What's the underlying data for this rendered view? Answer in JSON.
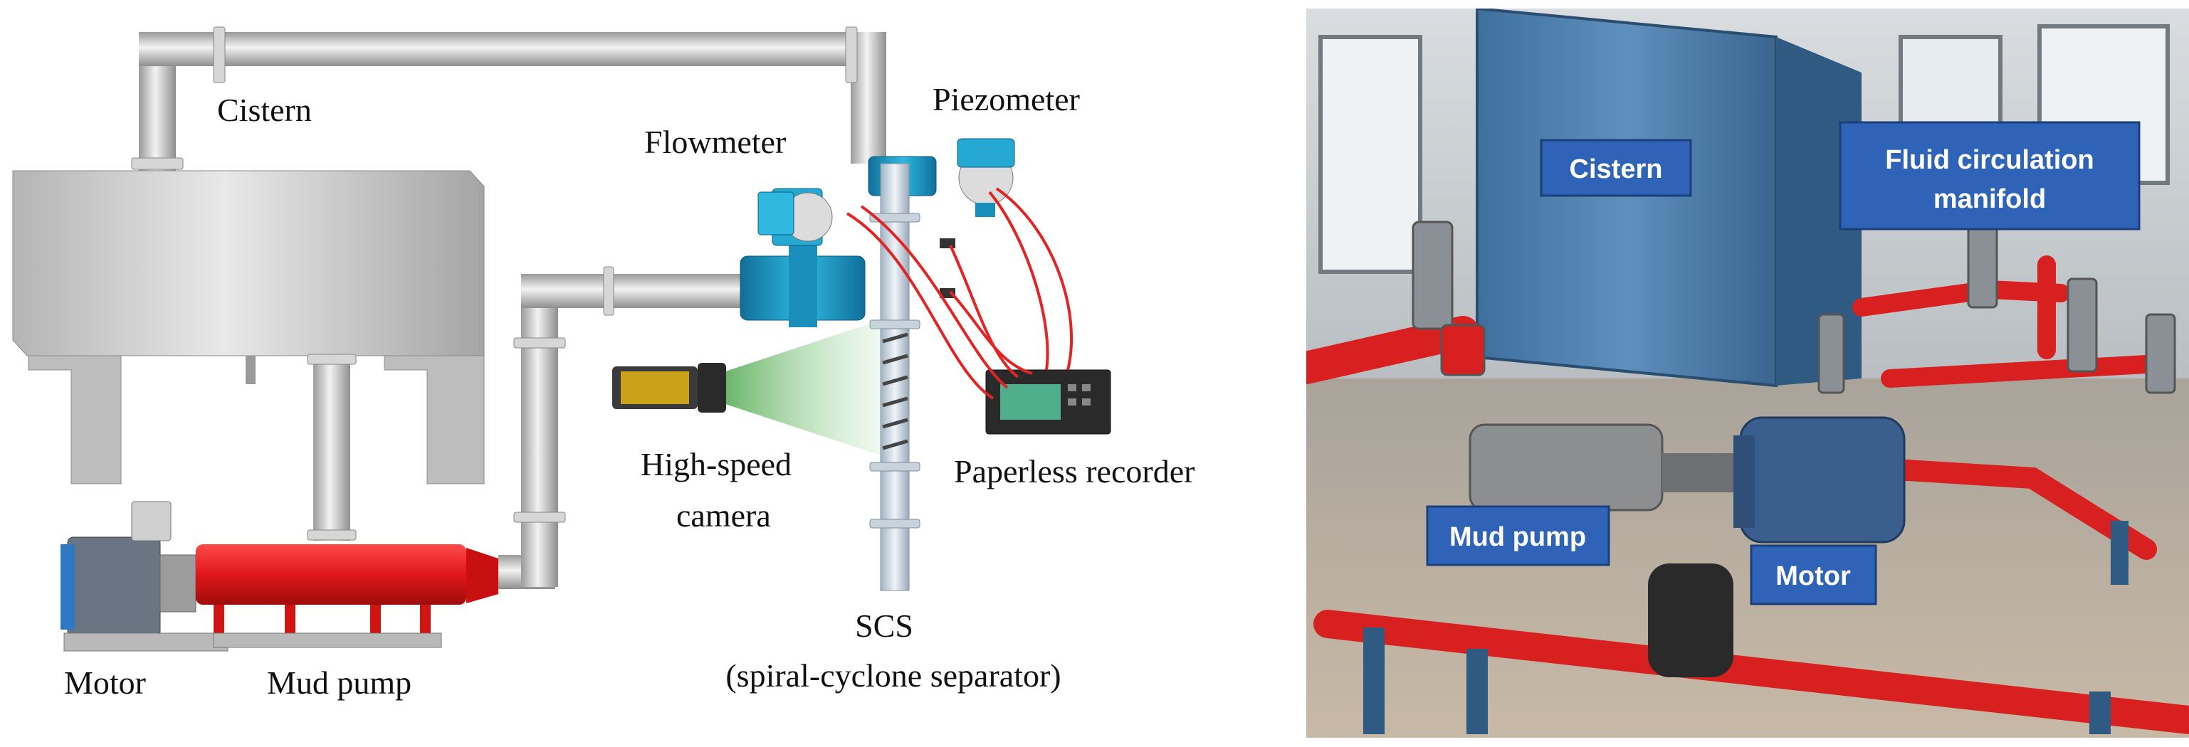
{
  "diagram": {
    "labels": {
      "cistern": "Cistern",
      "piezometer": "Piezometer",
      "flowmeter": "Flowmeter",
      "high_speed_camera_line1": "High-speed",
      "high_speed_camera_line2": "camera",
      "paperless_recorder": "Paperless recorder",
      "scs_line1": "SCS",
      "scs_line2": "(spiral-cyclone separator)",
      "motor": "Motor",
      "mud_pump": "Mud pump"
    }
  },
  "photo": {
    "labels": {
      "cistern": "Cistern",
      "manifold_line1": "Fluid circulation",
      "manifold_line2": "manifold",
      "mud_pump": "Mud pump",
      "motor": "Motor"
    }
  },
  "colors": {
    "pipe": "#c9c9c9",
    "pump_red": "#e01818",
    "instrument_blue": "#19a0c8",
    "label_box_blue": "#2e63b8",
    "pipe_red_photo": "#d82020"
  }
}
